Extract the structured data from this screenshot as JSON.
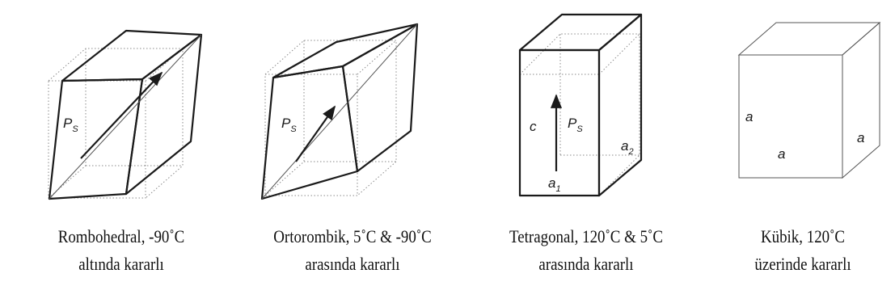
{
  "panels": [
    {
      "id": "rhombohedral",
      "vector_label": "P",
      "vector_sub": "S",
      "caption_line1": "Rombohedral, -90˚C",
      "caption_line2": "altında kararlı"
    },
    {
      "id": "orthorhombic",
      "vector_label": "P",
      "vector_sub": "S",
      "caption_line1": "Ortorombik, 5˚C & -90˚C",
      "caption_line2": "arasında kararlı"
    },
    {
      "id": "tetragonal",
      "vector_label": "P",
      "vector_sub": "S",
      "edge_c": "c",
      "edge_a1": "a",
      "edge_a1_sub": "1",
      "edge_a2": "a",
      "edge_a2_sub": "2",
      "caption_line1": "Tetragonal, 120˚C & 5˚C",
      "caption_line2": "arasında kararlı"
    },
    {
      "id": "cubic",
      "edge_a_left": "a",
      "edge_a_bottom": "a",
      "edge_a_right": "a",
      "caption_line1": "Kübik, 120˚C",
      "caption_line2": "üzerinde kararlı"
    }
  ]
}
